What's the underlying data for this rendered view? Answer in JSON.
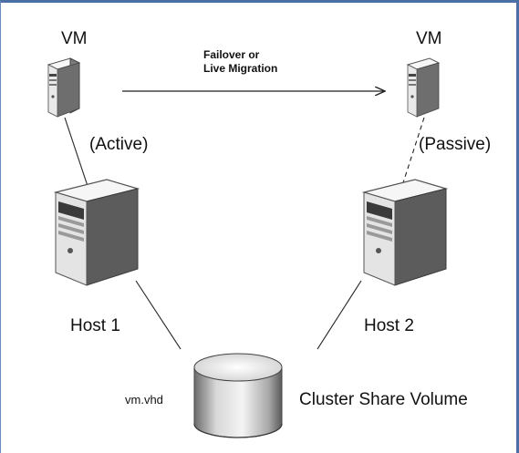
{
  "diagram": {
    "vm_left": {
      "label": "VM",
      "state": "(Active)",
      "icon": "server-tower-icon"
    },
    "vm_right": {
      "label": "VM",
      "state": "(Passive)",
      "icon": "server-tower-icon"
    },
    "host_left": {
      "label": "Host 1",
      "icon": "server-tower-icon"
    },
    "host_right": {
      "label": "Host 2",
      "icon": "server-tower-icon"
    },
    "arrow": {
      "label_line1": "Failover or",
      "label_line2": "Live Migration"
    },
    "storage": {
      "file": "vm.vhd",
      "label": "Cluster Share Volume",
      "icon": "database-disk-icon"
    },
    "colors": {
      "frame_border": "#4a6fa5",
      "line": "#222222",
      "server_body": "#e8e8e8",
      "server_shadow": "#5a5a5a"
    }
  }
}
